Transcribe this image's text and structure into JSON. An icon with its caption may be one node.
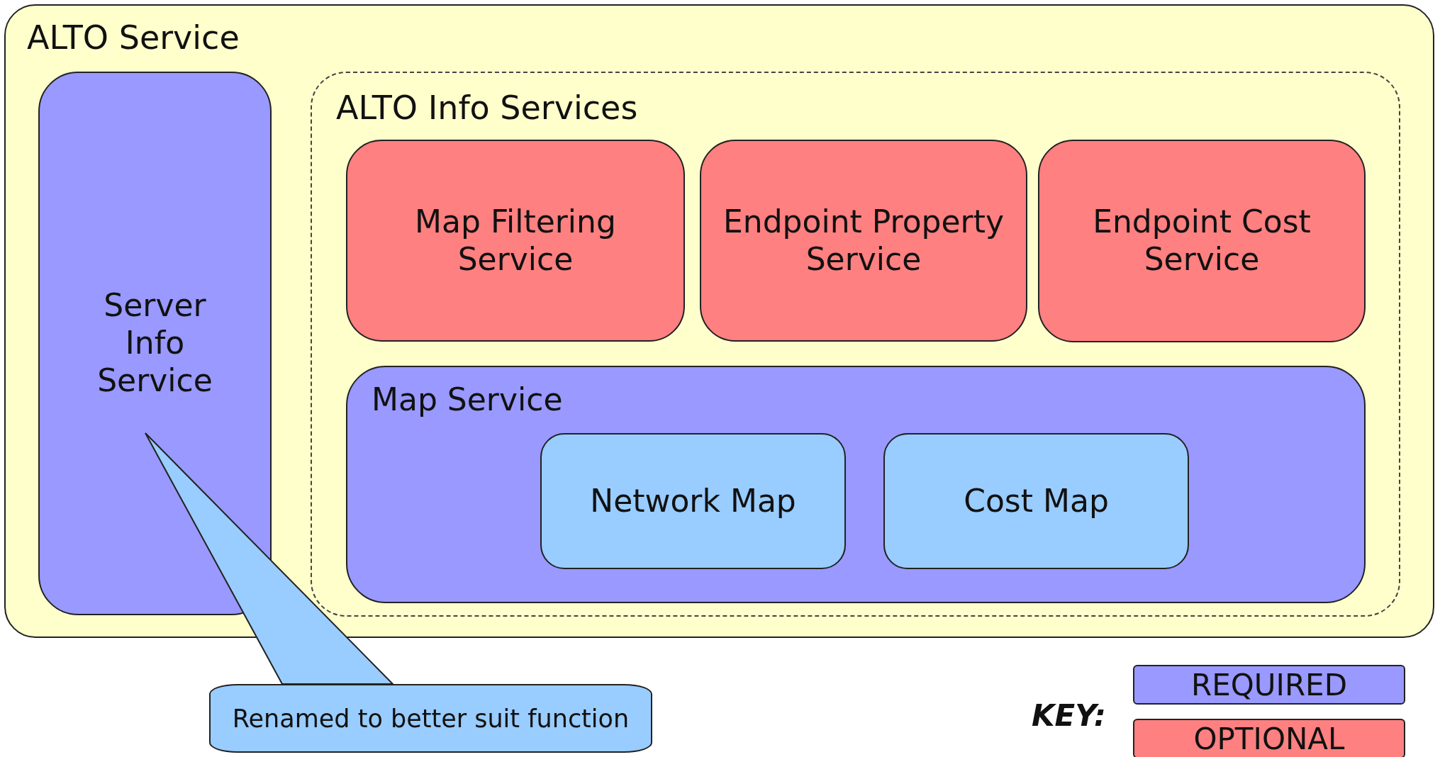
{
  "diagram": {
    "nodes": [
      {
        "text": [
          "ALTO Service"
        ]
      },
      {
        "text": [
          "Server Info Service"
        ],
        "in": 0
      },
      {
        "text": [
          "ALTO Info Services"
        ],
        "in": 0
      },
      {
        "text": [
          "Map Filtering Service"
        ],
        "in": 2
      },
      {
        "text": [
          "Endpoint Property Service"
        ],
        "in": 2
      },
      {
        "text": [
          "Endpoint Cost Service"
        ],
        "in": 2
      },
      {
        "text": [
          "Map Service"
        ],
        "in": 2
      },
      {
        "text": [
          "Network Map"
        ],
        "in": 6
      },
      {
        "text": [
          "Cost Map"
        ],
        "in": 6
      },
      {
        "text": [
          "Renamed to better suit function"
        ]
      }
    ],
    "edges": [
      {
        "from": 9,
        "to": 1,
        "arrow": "none"
      }
    ],
    "labels": [
      "KEY:"
    ],
    "legend": [
      {
        "text": "REQUIRED",
        "color": "#9999ff"
      },
      {
        "text": "OPTIONAL",
        "color": "#ff8080"
      }
    ]
  }
}
